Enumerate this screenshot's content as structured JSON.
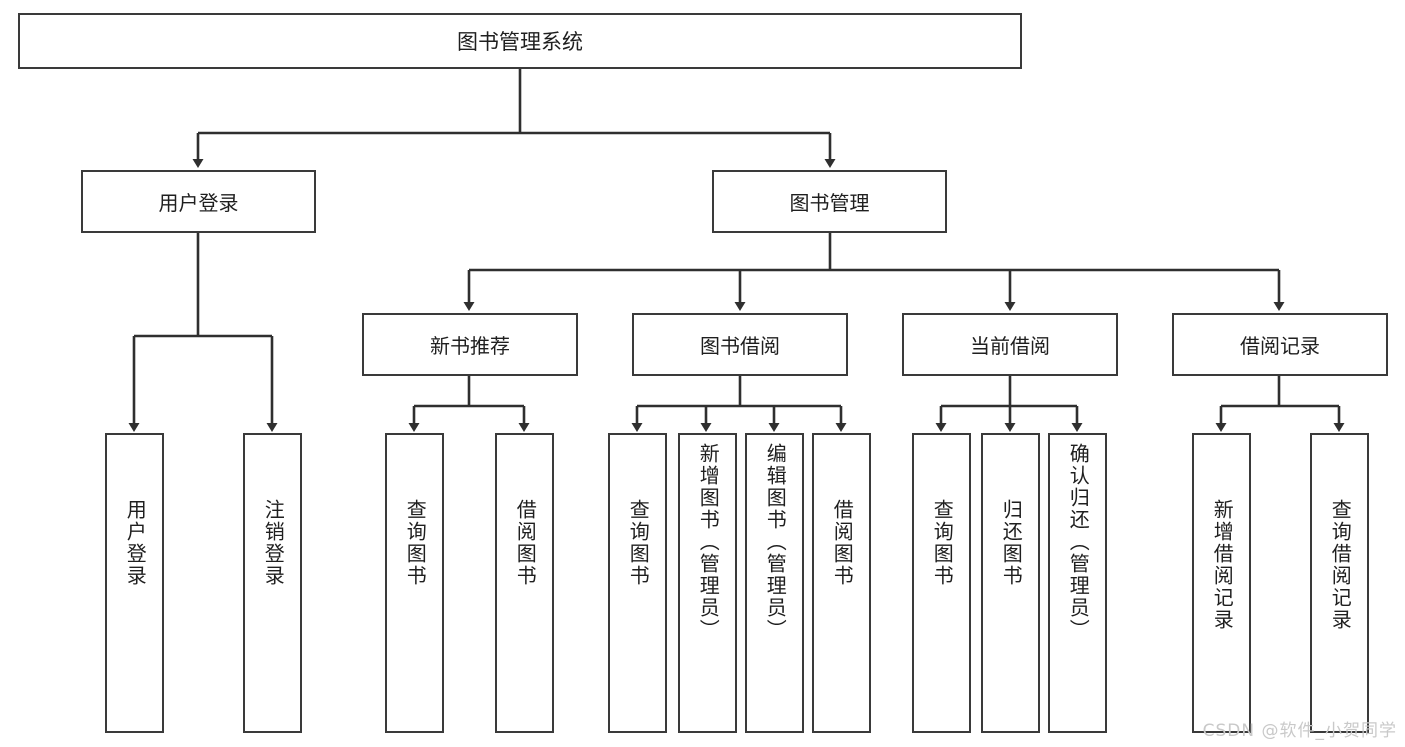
{
  "diagram": {
    "title": "图书管理系统",
    "type": "tree",
    "watermark": "CSDN @软件_小贺同学",
    "colors": {
      "box_border": "#3a3a3a",
      "box_fill": "#ffffff",
      "edge": "#2f2f2f",
      "text": "#1f1f1f",
      "watermark": "#c9c9c9",
      "background": "#ffffff"
    },
    "root": {
      "label": "图书管理系统"
    },
    "level2": [
      {
        "id": "user-login",
        "label": "用户登录"
      },
      {
        "id": "book-manage",
        "label": "图书管理"
      }
    ],
    "level3": [
      {
        "id": "new-book-recommend",
        "label": "新书推荐",
        "parent": "book-manage"
      },
      {
        "id": "book-borrow",
        "label": "图书借阅",
        "parent": "book-manage"
      },
      {
        "id": "current-borrow",
        "label": "当前借阅",
        "parent": "book-manage"
      },
      {
        "id": "borrow-record",
        "label": "借阅记录",
        "parent": "book-manage"
      }
    ],
    "leaves": [
      {
        "id": "leaf-user-login",
        "label": "用户登录",
        "parent": "user-login"
      },
      {
        "id": "leaf-logout-login",
        "label": "注销登录",
        "parent": "user-login"
      },
      {
        "id": "leaf-query-book-1",
        "label": "查询图书",
        "parent": "new-book-recommend"
      },
      {
        "id": "leaf-borrow-book-1",
        "label": "借阅图书",
        "parent": "new-book-recommend"
      },
      {
        "id": "leaf-query-book-2",
        "label": "查询图书",
        "parent": "book-borrow"
      },
      {
        "id": "leaf-add-book",
        "label": "新增图书（管理员）",
        "parent": "book-borrow"
      },
      {
        "id": "leaf-edit-book",
        "label": "编辑图书（管理员）",
        "parent": "book-borrow"
      },
      {
        "id": "leaf-borrow-book-2",
        "label": "借阅图书",
        "parent": "book-borrow"
      },
      {
        "id": "leaf-query-book-3",
        "label": "查询图书",
        "parent": "current-borrow"
      },
      {
        "id": "leaf-return-book",
        "label": "归还图书",
        "parent": "current-borrow"
      },
      {
        "id": "leaf-confirm-return",
        "label": "确认归还（管理员）",
        "parent": "current-borrow"
      },
      {
        "id": "leaf-add-record",
        "label": "新增借阅记录",
        "parent": "borrow-record"
      },
      {
        "id": "leaf-query-record",
        "label": "查询借阅记录",
        "parent": "borrow-record"
      }
    ]
  }
}
